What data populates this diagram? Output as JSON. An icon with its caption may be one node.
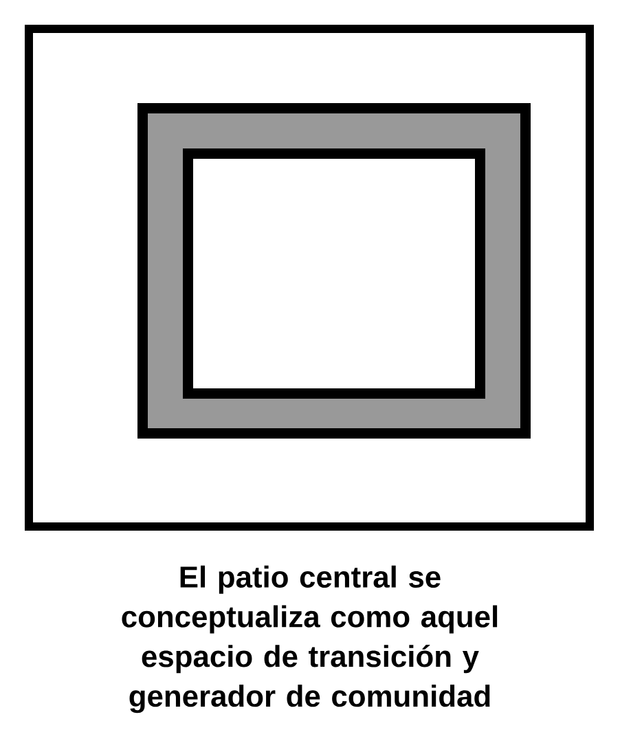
{
  "diagram": {
    "caption": "El patio central se conceptualiza como aquel espacio de transición y generador de comunidad",
    "nodes": [
      {
        "text": [],
        "shape": "box"
      },
      {
        "text": [],
        "shape": "box",
        "in": 0
      },
      {
        "text": [],
        "shape": "box",
        "in": 1
      }
    ]
  }
}
